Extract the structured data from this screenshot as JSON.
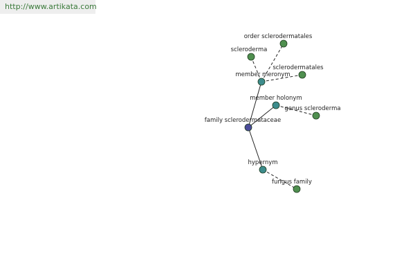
{
  "watermark": {
    "text": "http://www.artikata.com"
  },
  "colors": {
    "root": "#4b4b9a",
    "relation": "#3d8c8c",
    "leaf": "#4f8f4f",
    "edge": "#222222"
  },
  "graph": {
    "nodes": [
      {
        "id": "family-sclerodermataceae",
        "label": "family sclerodermataceae",
        "kind": "root"
      },
      {
        "id": "member-meronym",
        "label": "member meronym",
        "kind": "relation"
      },
      {
        "id": "member-holonym",
        "label": "member holonym",
        "kind": "relation"
      },
      {
        "id": "hypernym",
        "label": "hypernym",
        "kind": "relation"
      },
      {
        "id": "order-sclerodermatales",
        "label": "order sclerodermatales",
        "kind": "leaf"
      },
      {
        "id": "scleroderma",
        "label": "scleroderma",
        "kind": "leaf"
      },
      {
        "id": "sclerodermatales",
        "label": "sclerodermatales",
        "kind": "leaf"
      },
      {
        "id": "genus-scleroderma",
        "label": "genus scleroderma",
        "kind": "leaf"
      },
      {
        "id": "fungus-family",
        "label": "fungus family",
        "kind": "leaf"
      }
    ],
    "edges": [
      {
        "from": "family-sclerodermataceae",
        "to": "member-meronym",
        "style": "solid"
      },
      {
        "from": "family-sclerodermataceae",
        "to": "member-holonym",
        "style": "solid"
      },
      {
        "from": "family-sclerodermataceae",
        "to": "hypernym",
        "style": "solid"
      },
      {
        "from": "member-meronym",
        "to": "order-sclerodermatales",
        "style": "dashed"
      },
      {
        "from": "member-meronym",
        "to": "scleroderma",
        "style": "dashed"
      },
      {
        "from": "member-meronym",
        "to": "sclerodermatales",
        "style": "dashed"
      },
      {
        "from": "member-holonym",
        "to": "genus-scleroderma",
        "style": "dashed"
      },
      {
        "from": "hypernym",
        "to": "fungus-family",
        "style": "dashed"
      }
    ]
  }
}
